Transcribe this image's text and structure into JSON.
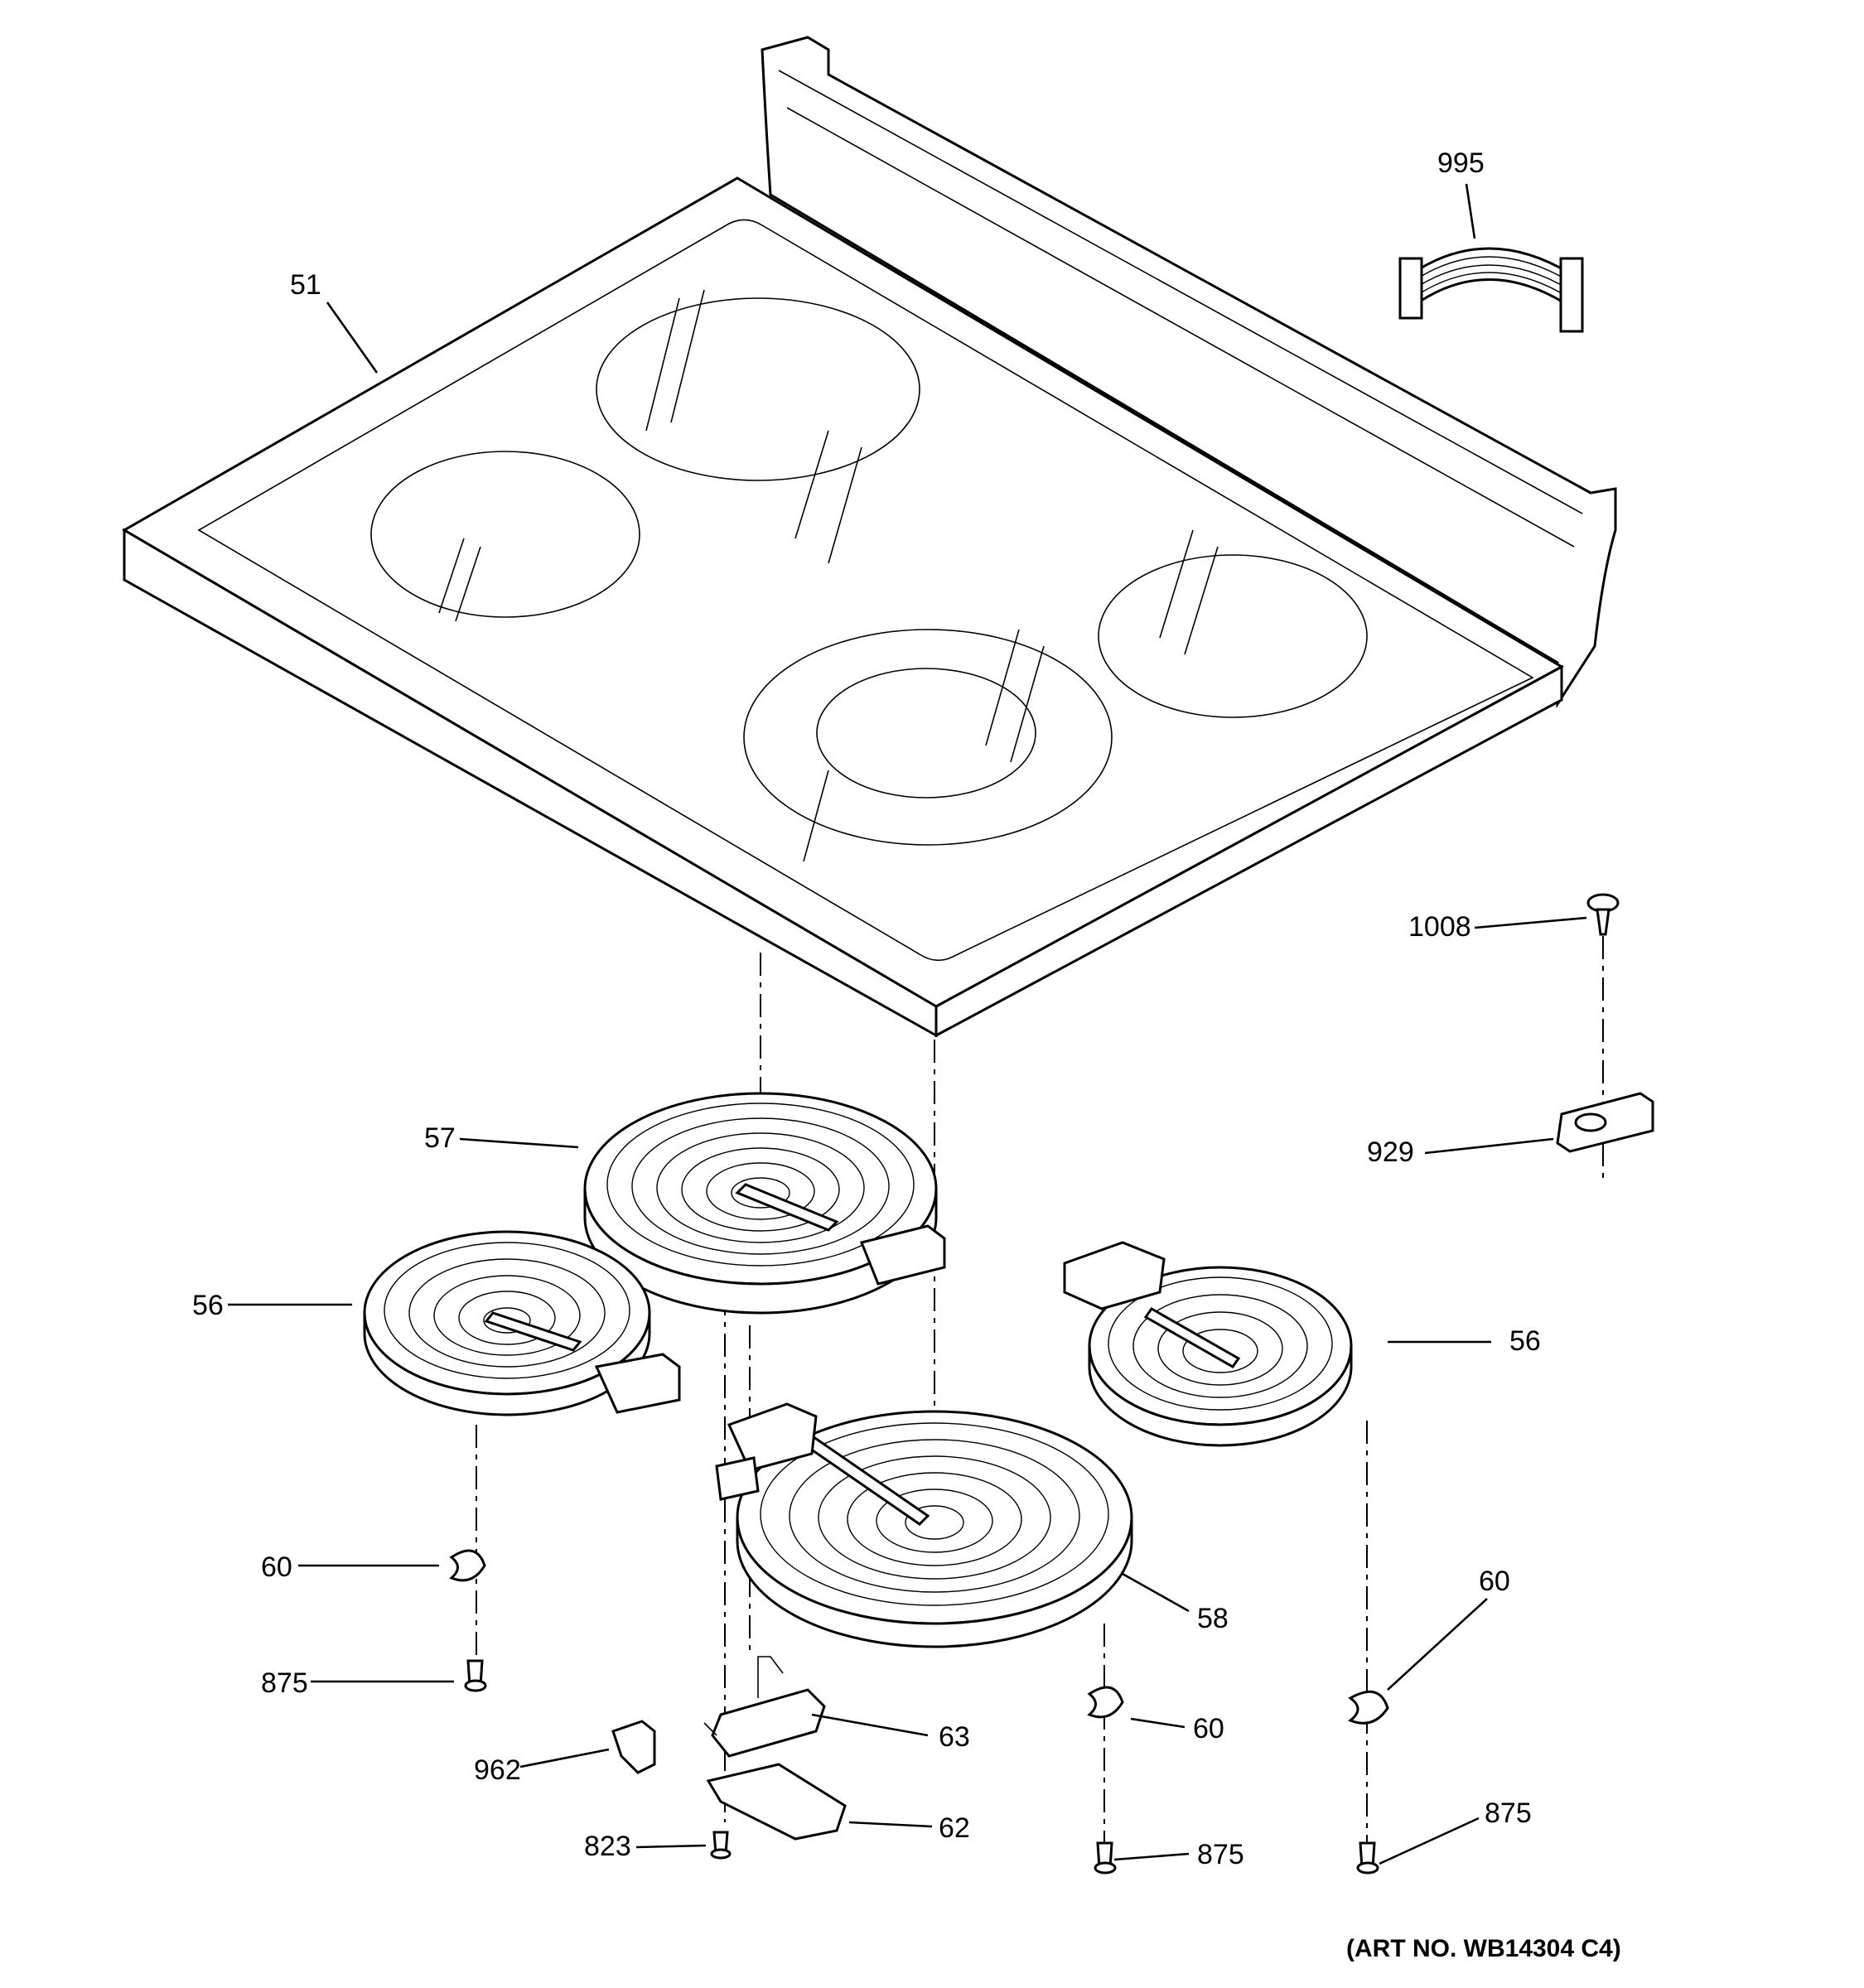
{
  "diagram": {
    "callouts": {
      "c51": "51",
      "c995": "995",
      "c1008": "1008",
      "c929": "929",
      "c57": "57",
      "c56_left": "56",
      "c56_right": "56",
      "c58": "58",
      "c60_left": "60",
      "c60_center": "60",
      "c60_right": "60",
      "c875_left": "875",
      "c875_center": "875",
      "c875_right": "875",
      "c962": "962",
      "c823": "823",
      "c63": "63",
      "c62": "62"
    },
    "art_number": "(ART NO. WB14304 C4)"
  }
}
